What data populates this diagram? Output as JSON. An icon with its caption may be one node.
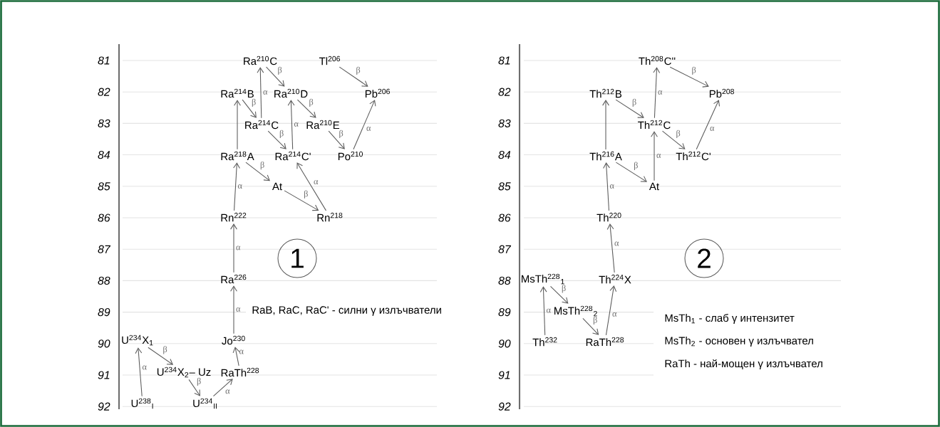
{
  "diagram": {
    "nodes": [
      {
        "text": [
          "Ra$^{210}$C"
        ]
      },
      {
        "text": [
          "Tl$^{206}$"
        ]
      },
      {
        "text": [
          "Ra$^{214}$B"
        ]
      },
      {
        "text": [
          "Ra$^{210}$D"
        ]
      },
      {
        "text": [
          "Pb$^{206}$"
        ]
      },
      {
        "text": [
          "Ra$^{214}$C"
        ]
      },
      {
        "text": [
          "Ra$^{210}$E"
        ]
      },
      {
        "text": [
          "Ra$^{218}$A"
        ]
      },
      {
        "text": [
          "Ra$^{214}$C'"
        ]
      },
      {
        "text": [
          "Po$^{210}$"
        ]
      },
      {
        "text": [
          "At"
        ]
      },
      {
        "text": [
          "Rn$^{222}$"
        ]
      },
      {
        "text": [
          "Rn$^{218}$"
        ]
      },
      {
        "text": [
          "Ra$^{226}$"
        ]
      },
      {
        "text": [
          "Jo$^{230}$"
        ]
      },
      {
        "text": [
          "U$^{234}$X$_{1}$"
        ]
      },
      {
        "text": [
          "U$^{234}$X$_{2}$– Uz"
        ]
      },
      {
        "text": [
          "RaTh$^{228}$"
        ]
      },
      {
        "text": [
          "U$^{238}$$_{I}$"
        ]
      },
      {
        "text": [
          "U$^{234}$$_{II}$"
        ]
      },
      {
        "text": [
          "1"
        ]
      },
      {
        "text": [
          "Th$^{208}$C''"
        ]
      },
      {
        "text": [
          "Th$^{212}$B"
        ]
      },
      {
        "text": [
          "Pb$^{208}$"
        ]
      },
      {
        "text": [
          "Th$^{212}$C"
        ]
      },
      {
        "text": [
          "Th$^{216}$A"
        ]
      },
      {
        "text": [
          "Th$^{212}$C'"
        ]
      },
      {
        "text": [
          "At"
        ]
      },
      {
        "text": [
          "Th$^{220}$"
        ]
      },
      {
        "text": [
          "MsTh$^{228}$$_{1}$"
        ]
      },
      {
        "text": [
          "Th$^{224}$X"
        ]
      },
      {
        "text": [
          "MsTh$^{228}$$_{2}$"
        ]
      },
      {
        "text": [
          "Th$^{232}$"
        ]
      },
      {
        "text": [
          "RaTh$^{228}$"
        ]
      },
      {
        "text": [
          "2"
        ]
      }
    ],
    "edges": [
      {
        "from": 18,
        "to": 15,
        "arrow": "to",
        "label": "α"
      },
      {
        "from": 15,
        "to": 16,
        "arrow": "to",
        "label": "β"
      },
      {
        "from": 16,
        "to": 19,
        "arrow": "to",
        "label": "β"
      },
      {
        "from": 19,
        "to": 17,
        "arrow": "to",
        "label": "α"
      },
      {
        "from": 17,
        "to": 14,
        "arrow": "to",
        "label": "α"
      },
      {
        "from": 14,
        "to": 13,
        "arrow": "to",
        "label": "α"
      },
      {
        "from": 13,
        "to": 11,
        "arrow": "to",
        "label": "α"
      },
      {
        "from": 11,
        "to": 7,
        "arrow": "to",
        "label": "α"
      },
      {
        "from": 7,
        "to": 2,
        "arrow": "to"
      },
      {
        "from": 7,
        "to": 10,
        "arrow": "to",
        "label": "β"
      },
      {
        "from": 10,
        "to": 12,
        "arrow": "to",
        "label": "β"
      },
      {
        "from": 12,
        "to": 8,
        "arrow": "to",
        "label": "α"
      },
      {
        "from": 2,
        "to": 5,
        "arrow": "to",
        "label": "β"
      },
      {
        "from": 5,
        "to": 8,
        "arrow": "to",
        "label": "β"
      },
      {
        "from": 5,
        "to": 0,
        "arrow": "to",
        "label": "α"
      },
      {
        "from": 0,
        "to": 3,
        "arrow": "to",
        "label": "β"
      },
      {
        "from": 8,
        "to": 3,
        "arrow": "to",
        "label": "α"
      },
      {
        "from": 3,
        "to": 6,
        "arrow": "to",
        "label": "β"
      },
      {
        "from": 6,
        "to": 9,
        "arrow": "to",
        "label": "β"
      },
      {
        "from": 9,
        "to": 4,
        "arrow": "to",
        "label": "α"
      },
      {
        "from": 1,
        "to": 4,
        "arrow": "to",
        "label": "β"
      },
      {
        "from": 32,
        "to": 29,
        "arrow": "to",
        "label": "α"
      },
      {
        "from": 29,
        "to": 31,
        "arrow": "to",
        "label": "β"
      },
      {
        "from": 31,
        "to": 33,
        "arrow": "to",
        "label": "β"
      },
      {
        "from": 33,
        "to": 30,
        "arrow": "to",
        "label": "α"
      },
      {
        "from": 30,
        "to": 28,
        "arrow": "to",
        "label": "α"
      },
      {
        "from": 28,
        "to": 25,
        "arrow": "to",
        "label": "α"
      },
      {
        "from": 25,
        "to": 22,
        "arrow": "to"
      },
      {
        "from": 25,
        "to": 27,
        "arrow": "to",
        "label": "β"
      },
      {
        "from": 27,
        "to": 24,
        "arrow": "to",
        "label": "α"
      },
      {
        "from": 22,
        "to": 24,
        "arrow": "to",
        "label": "β"
      },
      {
        "from": 24,
        "to": 21,
        "arrow": "to",
        "label": "α"
      },
      {
        "from": 24,
        "to": 26,
        "arrow": "to",
        "label": "β"
      },
      {
        "from": 21,
        "to": 23,
        "arrow": "to",
        "label": "β"
      },
      {
        "from": 26,
        "to": 23,
        "arrow": "to",
        "label": "α"
      }
    ],
    "labels": [
      "81",
      "82",
      "83",
      "84",
      "85",
      "86",
      "87",
      "88",
      "89",
      "90",
      "91",
      "92",
      "81",
      "82",
      "83",
      "84",
      "85",
      "86",
      "87",
      "88",
      "89",
      "90",
      "91",
      "92",
      "RaB, RaC, RaC' - силни γ излъчватели",
      "MsTh$_{1}$ - слаб  γ  интензитет",
      "MsTh$_{2}$ - основен  γ  излъчвател",
      "RaTh  - най-мощен  γ  излъчвател"
    ]
  }
}
